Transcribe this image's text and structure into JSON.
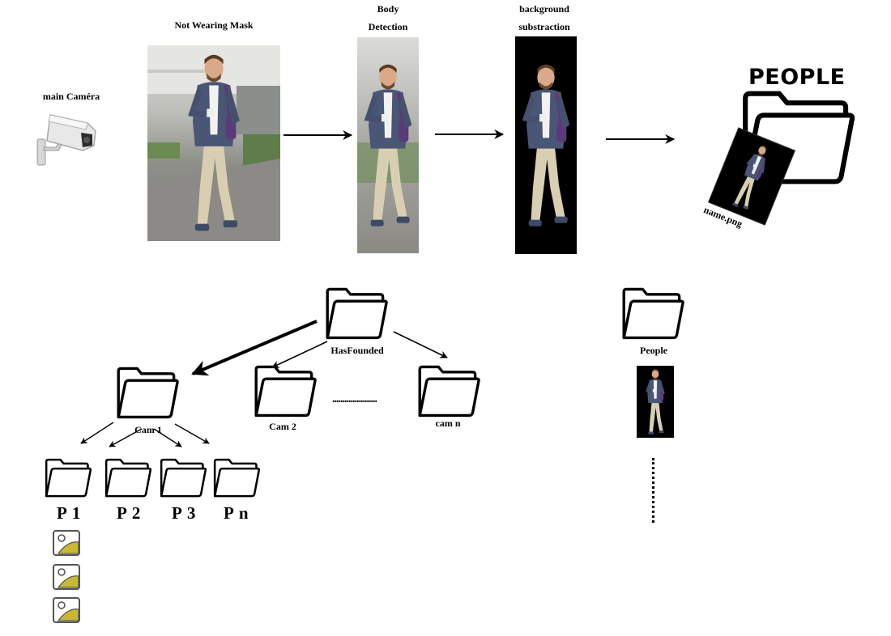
{
  "camera": {
    "label": "main Caméra",
    "icon": "security-camera-icon"
  },
  "stages": {
    "input_label": "Not Wearing Mask",
    "body_label_line1": "Body",
    "body_label_line2": "Detection",
    "bg_label_line1": "background",
    "bg_label_line2": "substraction"
  },
  "output": {
    "title": "PEOPLE",
    "file_label": "name.png",
    "icon": "folder-icon"
  },
  "tree": {
    "root_label": "HasFounded",
    "cam1_label": "Cam 1",
    "cam2_label": "Cam 2",
    "camn_label": "cam n",
    "ellipsis": "......................",
    "persons": [
      "P 1",
      "P 2",
      "P 3",
      "P n"
    ],
    "image_icon": "image-file-icon"
  },
  "people_column": {
    "label": "People"
  },
  "colors": {
    "photo_bg_street": "#9a9a96",
    "photo_bg_black": "#000000",
    "jacket": "#4a5675",
    "pants": "#d8cfb3",
    "bag": "#5c3a7a",
    "icon_yellow": "#c8b832"
  }
}
